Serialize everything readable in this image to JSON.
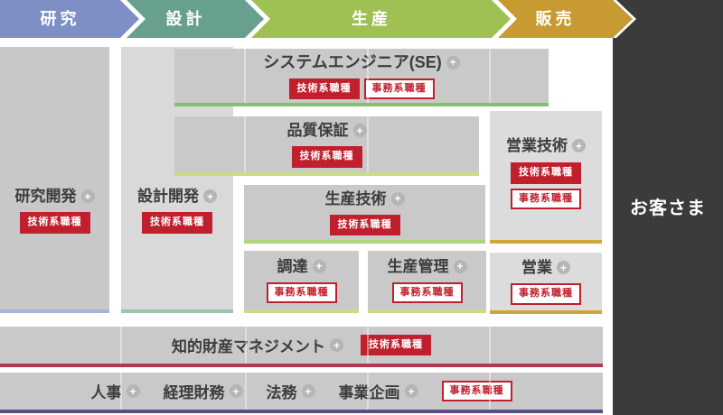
{
  "process_stages": [
    {
      "label": "研究",
      "color": "#7d8fc5"
    },
    {
      "label": "設計",
      "color": "#67a08e"
    },
    {
      "label": "生産",
      "color": "#9fc153"
    },
    {
      "label": "販売",
      "color": "#c79a32"
    }
  ],
  "customer_panel": {
    "label": "お客さま",
    "bg": "#3b3b3b"
  },
  "badge_labels": {
    "technical": "技術系職種",
    "administrative": "事務系職種"
  },
  "badge_color": "#c0202d",
  "expand_icon": "+",
  "boxes": {
    "kenkyu_kaihatsu": {
      "title": "研究開発",
      "underline": "#a9b3d9"
    },
    "sekkei_kaihatsu": {
      "title": "設計開発",
      "underline": "#9cc3ab"
    },
    "system_engineer": {
      "title": "システムエンジニア(SE)",
      "underline": "#87c06c"
    },
    "hinshitsu_hosho": {
      "title": "品質保証",
      "underline": "#c8dc89"
    },
    "seisan_gijutsu": {
      "title": "生産技術",
      "underline": "#b0d47c"
    },
    "chotatsu": {
      "title": "調達",
      "underline": "#c8dc89"
    },
    "seisan_kanri": {
      "title": "生産管理",
      "underline": "#c8dc89"
    },
    "eigyo_gijutsu": {
      "title": "営業技術",
      "underline": "#d0a53a"
    },
    "eigyo": {
      "title": "営業",
      "underline": "#d0a53a"
    }
  },
  "full_rows": {
    "chizai": {
      "title": "知的財産マネジメント",
      "underline": "#b13a52"
    },
    "admin": {
      "items": [
        "人事",
        "経理財務",
        "法務",
        "事業企画"
      ],
      "underline": "#56507e"
    }
  }
}
